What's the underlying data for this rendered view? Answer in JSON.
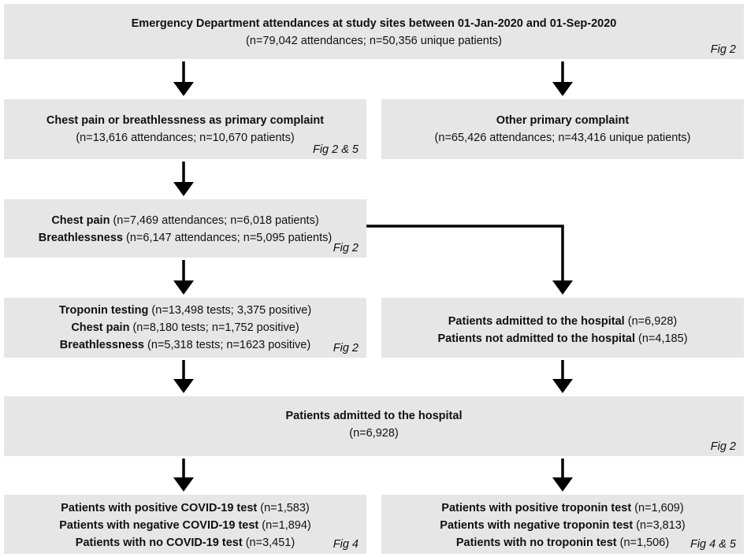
{
  "colors": {
    "box_fill": "#e6e6e6",
    "arrow": "#000000",
    "text": "#111111"
  },
  "boxes": {
    "top": {
      "title": "Emergency Department attendances at study sites between 01-Jan-2020 and 01-Sep-2020",
      "detail": "(n=79,042 attendances; n=50,356 unique patients)",
      "ref": "Fig 2"
    },
    "chest_or_breath": {
      "title": "Chest pain or breathlessness as primary complaint",
      "detail": "(n=13,616 attendances; n=10,670 patients)",
      "ref": "Fig 2 & 5"
    },
    "other": {
      "title": "Other primary complaint",
      "detail": "(n=65,426 attendances; n=43,416 unique patients)"
    },
    "split": {
      "line1_bold": "Chest pain",
      "line1_rest": " (n=7,469 attendances; n=6,018 patients)",
      "line2_bold": "Breathlessness",
      "line2_rest": " (n=6,147 attendances; n=5,095 patients)",
      "ref": "Fig 2"
    },
    "troponin": {
      "line1_bold": "Troponin testing",
      "line1_rest": " (n=13,498 tests; 3,375 positive)",
      "line2_bold": "Chest pain",
      "line2_rest": " (n=8,180 tests; n=1,752 positive)",
      "line3_bold": "Breathlessness",
      "line3_rest": " (n=5,318 tests; n=1623 positive)",
      "ref": "Fig 2"
    },
    "admission": {
      "line1_bold": "Patients admitted to the hospital",
      "line1_rest": " (n=6,928)",
      "line2_bold": "Patients not admitted to the hospital",
      "line2_rest": " (n=4,185)"
    },
    "admitted": {
      "title": "Patients admitted to the hospital",
      "detail": "(n=6,928)",
      "ref": "Fig 2"
    },
    "covid": {
      "line1_bold": "Patients with positive COVID-19 test",
      "line1_rest": " (n=1,583)",
      "line2_bold": "Patients with negative COVID-19 test",
      "line2_rest": " (n=1,894)",
      "line3_bold": "Patients with no COVID-19 test",
      "line3_rest": " (n=3,451)",
      "ref": "Fig 4"
    },
    "trop_result": {
      "line1_bold": "Patients with positive troponin test",
      "line1_rest": " (n=1,609)",
      "line2_bold": "Patients with negative troponin test",
      "line2_rest": " (n=3,813)",
      "line3_bold": "Patients with no troponin test",
      "line3_rest": " (n=1,506)",
      "ref": "Fig 4 & 5"
    }
  }
}
